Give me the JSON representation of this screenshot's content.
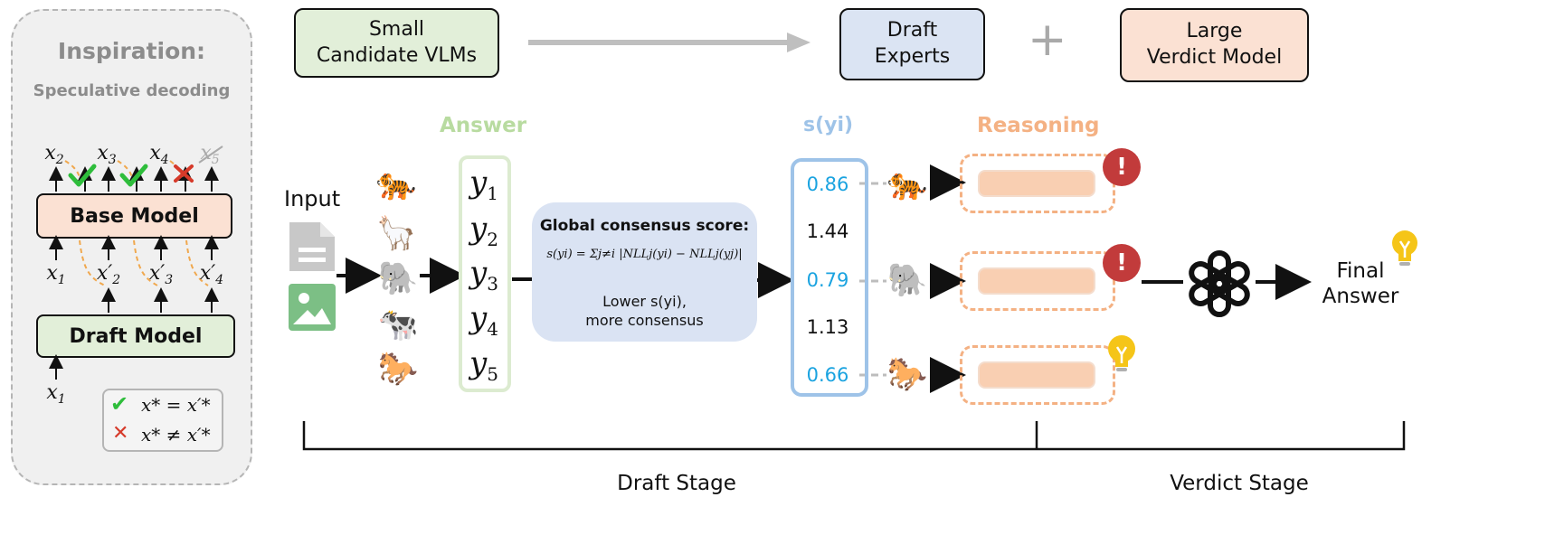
{
  "inspiration": {
    "title": "Inspiration:",
    "subtitle": "Speculative decoding",
    "base_model": "Base Model",
    "draft_model": "Draft Model",
    "outputs": [
      "x",
      "x",
      "x",
      "x"
    ],
    "output_subs": [
      "2",
      "3",
      "4",
      "5"
    ],
    "inputs": [
      "x",
      "x′",
      "x′",
      "x′"
    ],
    "input_subs": [
      "1",
      "2",
      "3",
      "4"
    ],
    "draft_input": "x",
    "draft_input_sub": "1",
    "legend": [
      {
        "symbol": "✔",
        "text": "x* = x′*"
      },
      {
        "symbol": "✕",
        "text": "x* ≠ x′*"
      }
    ]
  },
  "top": {
    "small_candidates": "Small\nCandidate VLMs",
    "draft_experts": "Draft\nExperts",
    "plus": "+",
    "large_verdict": "Large\nVerdict Model"
  },
  "input_label": "Input",
  "answer_header": "Answer",
  "answers": [
    "y",
    "y",
    "y",
    "y",
    "y"
  ],
  "answer_subs": [
    "1",
    "2",
    "3",
    "4",
    "5"
  ],
  "animals": [
    "🐅",
    "🦙",
    "🐘",
    "🐄",
    "🐎"
  ],
  "consensus": {
    "title": "Global consensus score:",
    "formula": "s(yi) = Σj≠i |NLLj(yi) − NLLj(yj)|",
    "note_line1": "Lower s(yi),",
    "note_line2": "more consensus"
  },
  "score_header": "s(yi)",
  "scores": [
    "0.86",
    "1.44",
    "0.79",
    "1.13",
    "0.66"
  ],
  "selected_animals": [
    "🐅",
    "🐘",
    "🐎"
  ],
  "reasoning_header": "Reasoning",
  "reasoning_marks": [
    "!",
    "!",
    "💡"
  ],
  "final_answer": "Final\nAnswer",
  "stages": {
    "draft": "Draft Stage",
    "verdict": "Verdict Stage"
  },
  "colors": {
    "answer_green": "#b8dba0",
    "score_blue": "#9ec3e8",
    "score_text": "#1aa3e0",
    "reasoning_orange": "#f4b183",
    "reasoning_fill": "#f9cfb2",
    "alert_red": "#c23b3b",
    "bulb_yellow": "#f5c518",
    "check_green": "#2ebd3b",
    "cross_red": "#d63a2a",
    "draft_fill": "#e2efd9",
    "base_fill": "#fbe1d3",
    "expert_fill": "#dbe4f3",
    "consensus_fill": "#dae3f3"
  }
}
